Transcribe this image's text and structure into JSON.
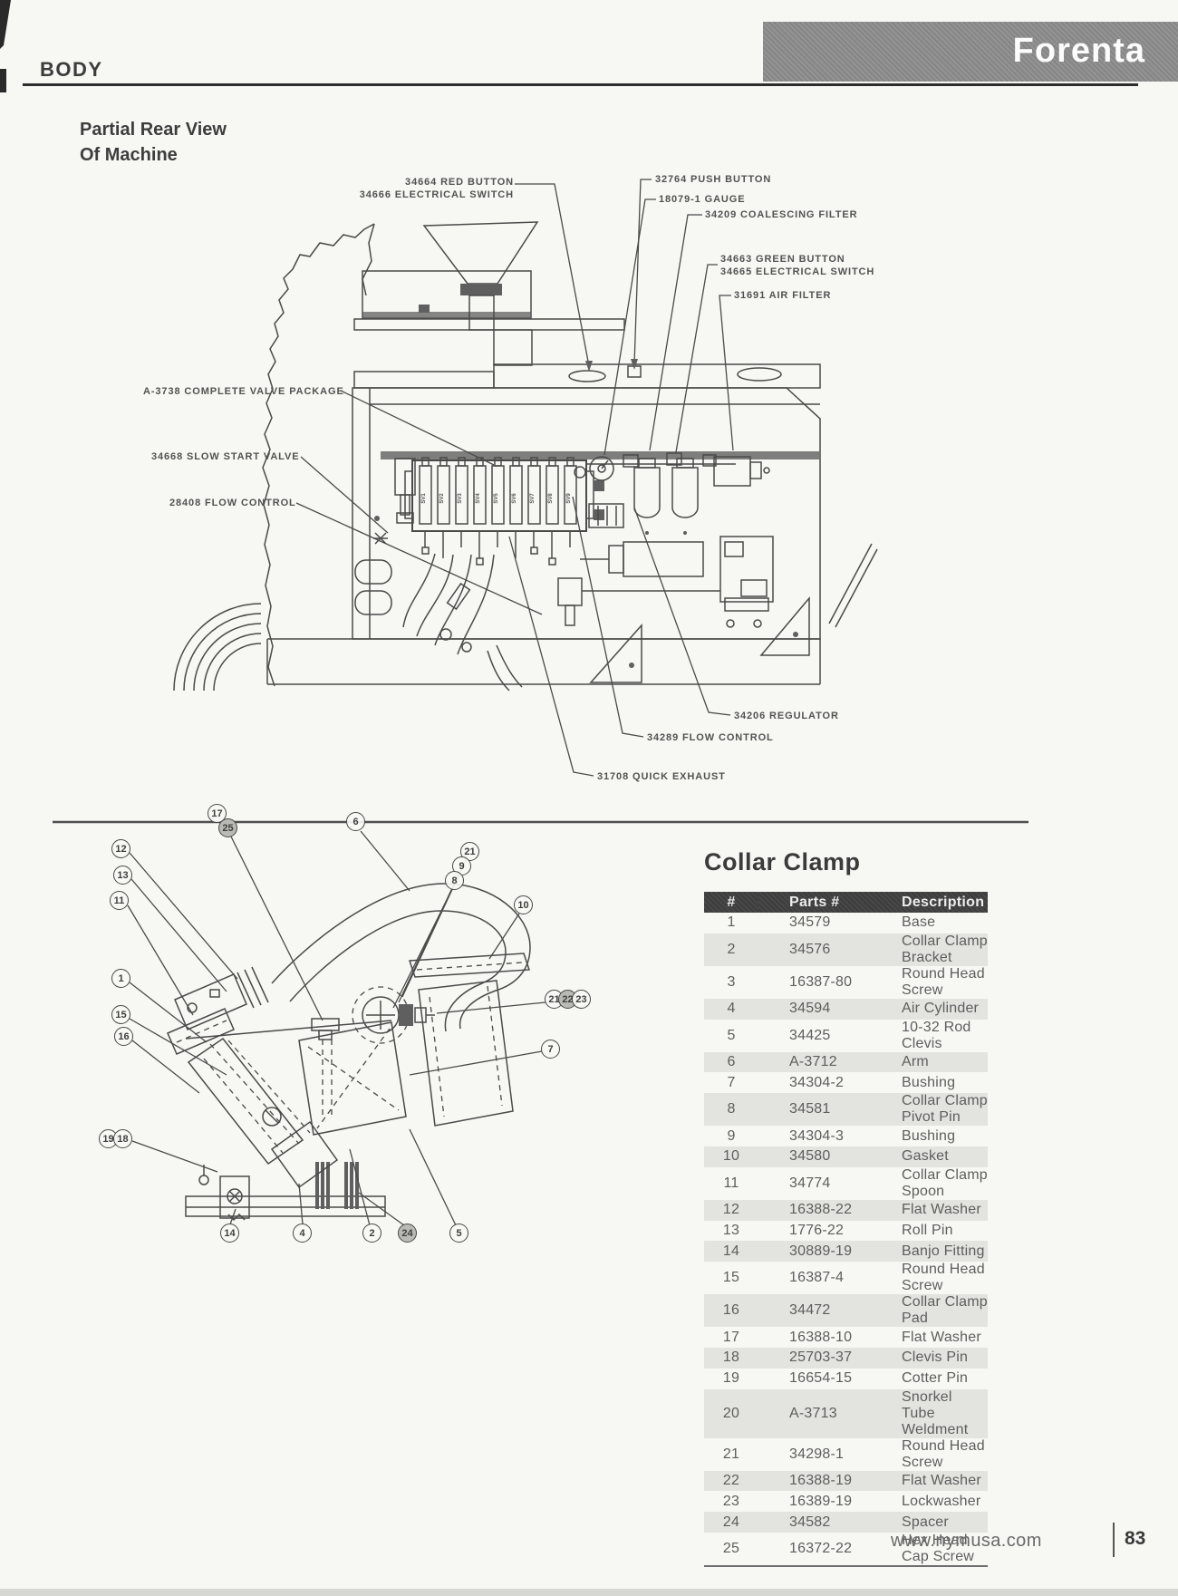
{
  "header": {
    "section_title": "BODY",
    "brand": "Forenta"
  },
  "rear_view": {
    "title_line1": "Partial Rear View",
    "title_line2": "Of Machine",
    "callouts": [
      "34664 RED BUTTON",
      "34666 ELECTRICAL SWITCH",
      "32764 PUSH BUTTON",
      "18079-1 GAUGE",
      "34209 COALESCING FILTER",
      "34663 GREEN BUTTON",
      "34665 ELECTRICAL SWITCH",
      "31691 AIR FILTER",
      "A-3738 COMPLETE VALVE PACKAGE",
      "34668 SLOW START VALVE",
      "28408 FLOW CONTROL",
      "34206 REGULATOR",
      "34289 FLOW CONTROL",
      "31708 QUICK EXHAUST"
    ],
    "valve_tags": [
      "SV1",
      "SV2",
      "SV3",
      "SV4",
      "SV5",
      "SV6",
      "SV7",
      "SV8",
      "SV9"
    ]
  },
  "collar_clamp": {
    "title": "Collar Clamp",
    "table": {
      "headers": [
        "#",
        "Parts #",
        "Description"
      ],
      "rows": [
        [
          "1",
          "34579",
          "Base"
        ],
        [
          "2",
          "34576",
          "Collar Clamp Bracket"
        ],
        [
          "3",
          "16387-80",
          "Round Head Screw"
        ],
        [
          "4",
          "34594",
          "Air Cylinder"
        ],
        [
          "5",
          "34425",
          "10-32 Rod Clevis"
        ],
        [
          "6",
          "A-3712",
          "Arm"
        ],
        [
          "7",
          "34304-2",
          "Bushing"
        ],
        [
          "8",
          "34581",
          "Collar Clamp Pivot Pin"
        ],
        [
          "9",
          "34304-3",
          "Bushing"
        ],
        [
          "10",
          "34580",
          "Gasket"
        ],
        [
          "11",
          "34774",
          "Collar Clamp Spoon"
        ],
        [
          "12",
          "16388-22",
          "Flat Washer"
        ],
        [
          "13",
          "1776-22",
          "Roll Pin"
        ],
        [
          "14",
          "30889-19",
          "Banjo Fitting"
        ],
        [
          "15",
          "16387-4",
          "Round Head Screw"
        ],
        [
          "16",
          "34472",
          "Collar Clamp Pad"
        ],
        [
          "17",
          "16388-10",
          "Flat Washer"
        ],
        [
          "18",
          "25703-37",
          "Clevis Pin"
        ],
        [
          "19",
          "16654-15",
          "Cotter Pin"
        ],
        [
          "20",
          "A-3713",
          "Snorkel Tube Weldment"
        ],
        [
          "21",
          "34298-1",
          "Round Head Screw"
        ],
        [
          "22",
          "16388-19",
          "Flat Washer"
        ],
        [
          "23",
          "16389-19",
          "Lockwasher"
        ],
        [
          "24",
          "34582",
          "Spacer"
        ],
        [
          "25",
          "16372-22",
          "Hex Head Cap Screw"
        ]
      ]
    },
    "balloons": [
      "17",
      "25",
      "6",
      "12",
      "13",
      "11",
      "21",
      "9",
      "8",
      "10",
      "1",
      "15",
      "16",
      "21",
      "22",
      "23",
      "7",
      "19",
      "18",
      "14",
      "4",
      "2",
      "24",
      "5"
    ]
  },
  "footer": {
    "website": "www.nymusa.com",
    "page_number": "83"
  }
}
